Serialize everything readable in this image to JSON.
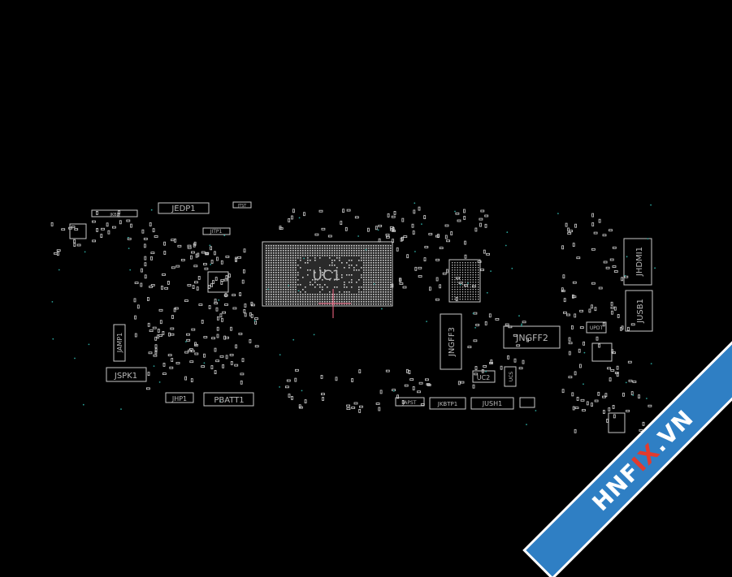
{
  "colors": {
    "background": "#000000",
    "outline": "#c8c8c8",
    "label": "#b8b8b8",
    "pin": "#d0d0d0",
    "via": "#2aa198",
    "cursor": "#ff6b8a",
    "watermark_band": "#2f7fc4",
    "watermark_accent": "#e23b2e"
  },
  "components": {
    "uc1": "UC1",
    "jedp1": "JEDP1",
    "jhdmi1": "JHDMI1",
    "jusb1": "JUSB1",
    "jngff3": "JNGFF3",
    "jngff2": "JNGFF2",
    "jspk1": "JSPK1",
    "jamp1": "JAMP1",
    "jhp1": "JHP1",
    "pbatt1": "PBATT1",
    "jkbtp1": "JKBTP1",
    "jush1": "JUSH1",
    "jitp1": "JITP1",
    "japst": "JAPST",
    "uc2": "UC2",
    "ucs": "UCS",
    "updt": "UPDT",
    "jkb1": "JKB1",
    "jtst": "JTST"
  },
  "watermark": {
    "brand_start": "HNF",
    "brand_x": "IX",
    "brand_end": ".VN"
  }
}
